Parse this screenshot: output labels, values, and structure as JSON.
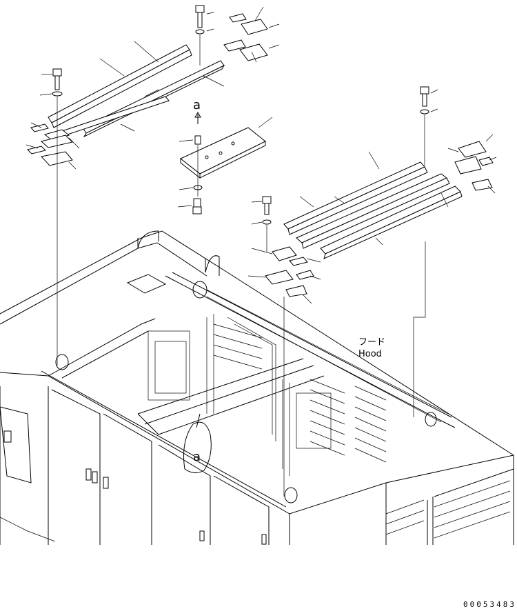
{
  "labels": {
    "hood_jp": "フード",
    "hood_en": "Hood",
    "detail_marker_top": "a",
    "detail_marker_bottom": "a",
    "drawing_number": "00053483"
  }
}
